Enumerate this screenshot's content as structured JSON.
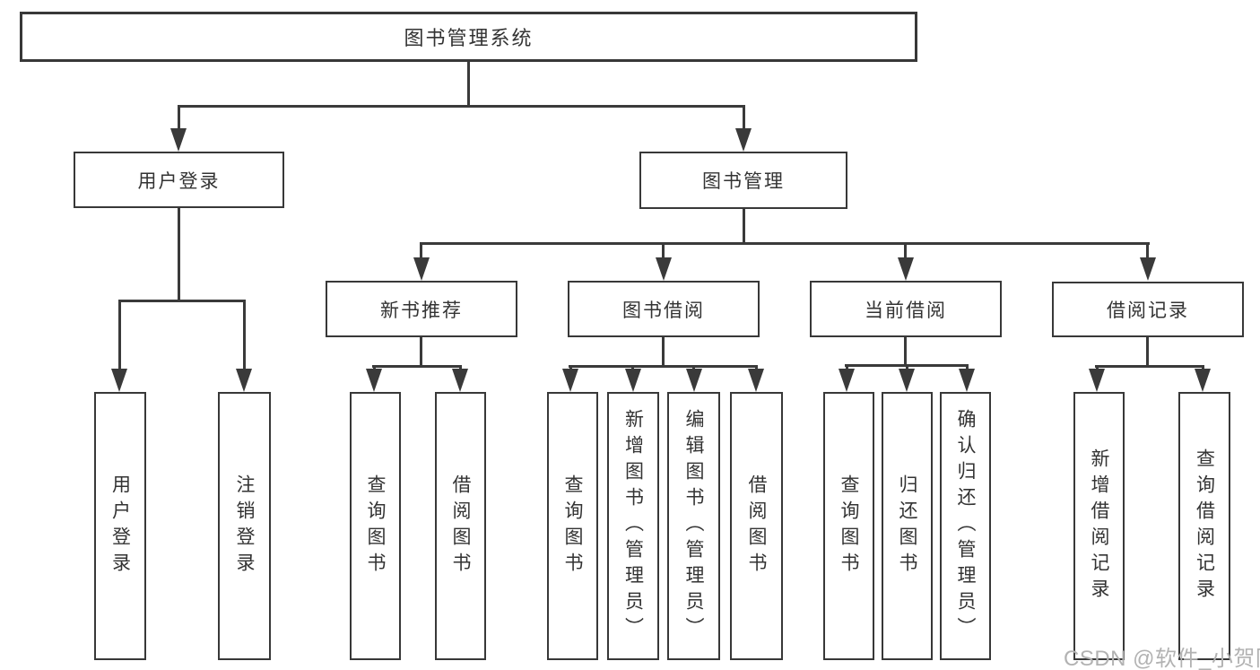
{
  "diagram": {
    "root": {
      "label": "图书管理系统"
    },
    "level2": [
      {
        "label": "用户登录"
      },
      {
        "label": "图书管理"
      }
    ],
    "level3": [
      {
        "label": "新书推荐"
      },
      {
        "label": "图书借阅"
      },
      {
        "label": "当前借阅"
      },
      {
        "label": "借阅记录"
      }
    ],
    "leaves": {
      "user_login": [
        {
          "label": "用户登录"
        },
        {
          "label": "注销登录"
        }
      ],
      "new_books": [
        {
          "label": "查询图书"
        },
        {
          "label": "借阅图书"
        }
      ],
      "book_borrow": [
        {
          "label": "查询图书"
        },
        {
          "label": "新增图书（管理员）"
        },
        {
          "label": "编辑图书（管理员）"
        },
        {
          "label": "借阅图书"
        }
      ],
      "current_borrow": [
        {
          "label": "查询图书"
        },
        {
          "label": "归还图书"
        },
        {
          "label": "确认归还（管理员）"
        }
      ],
      "borrow_records": [
        {
          "label": "新增借阅记录"
        },
        {
          "label": "查询借阅记录"
        }
      ]
    },
    "watermark": "CSDN @软件_小贺同学",
    "colors": {
      "line": "#3a3a3a",
      "text": "#333333",
      "watermark": "#b2b2b2",
      "background": "#ffffff"
    }
  }
}
